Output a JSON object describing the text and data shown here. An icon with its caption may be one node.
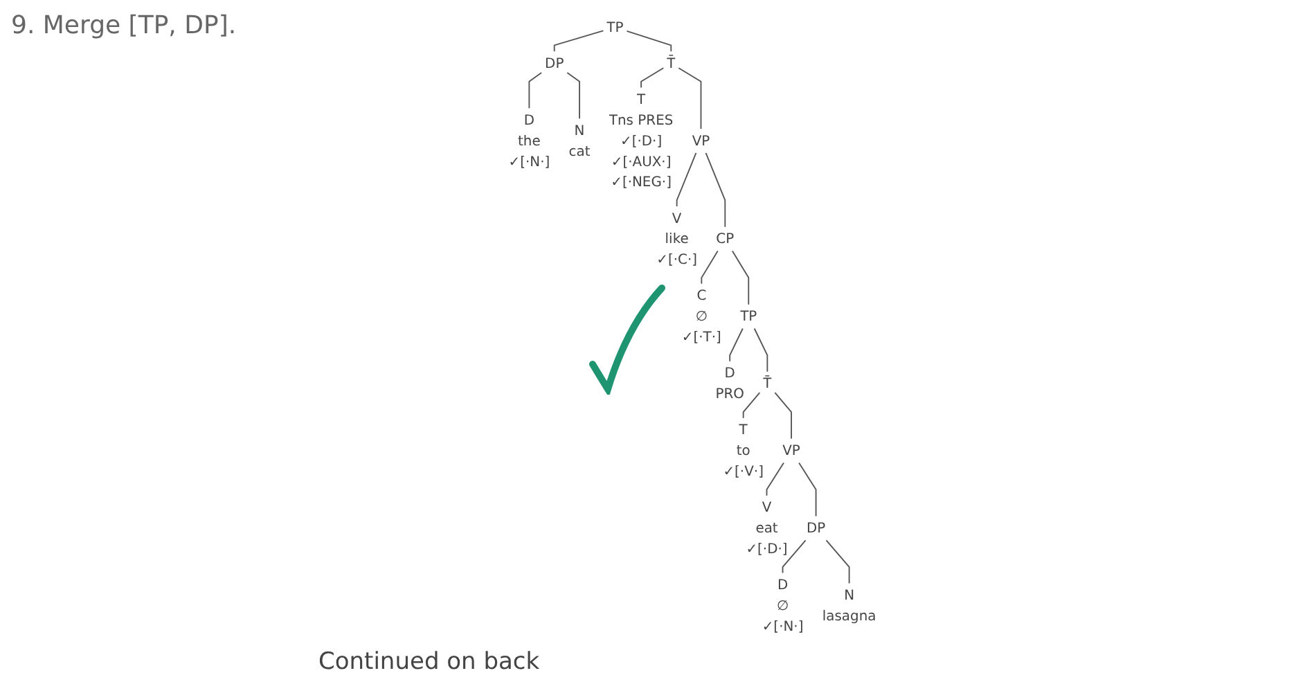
{
  "diagram": {
    "title": "9. Merge [TP, DP].",
    "caption": "Continued on back",
    "nodes": [
      {
        "text": [
          "TP"
        ]
      },
      {
        "text": [
          "DP"
        ]
      },
      {
        "text": [
          "T̄"
        ]
      },
      {
        "text": [
          "D",
          "the",
          "✓[·N·]"
        ]
      },
      {
        "text": [
          "N",
          "cat"
        ]
      },
      {
        "text": [
          "T",
          "Tns PRES",
          "✓[·D·]",
          "✓[·AUX·]",
          "✓[·NEG·]"
        ]
      },
      {
        "text": [
          "VP"
        ]
      },
      {
        "text": [
          "V",
          "like",
          "✓[·C·]"
        ]
      },
      {
        "text": [
          "CP"
        ]
      },
      {
        "text": [
          "C",
          "∅",
          "✓[·T·]"
        ]
      },
      {
        "text": [
          "TP"
        ]
      },
      {
        "text": [
          "D",
          "PRO"
        ]
      },
      {
        "text": [
          "T̄"
        ]
      },
      {
        "text": [
          "T",
          "to",
          "✓[·V·]"
        ]
      },
      {
        "text": [
          "VP"
        ]
      },
      {
        "text": [
          "V",
          "eat",
          "✓[·D·]"
        ]
      },
      {
        "text": [
          "DP"
        ]
      },
      {
        "text": [
          "D",
          "∅",
          "✓[·N·]"
        ]
      },
      {
        "text": [
          "N",
          "lasagna"
        ]
      }
    ],
    "edges": [
      {
        "from": 0,
        "to": 1,
        "arrow": "none"
      },
      {
        "from": 0,
        "to": 2,
        "arrow": "none"
      },
      {
        "from": 1,
        "to": 3,
        "arrow": "none"
      },
      {
        "from": 1,
        "to": 4,
        "arrow": "none"
      },
      {
        "from": 2,
        "to": 5,
        "arrow": "none"
      },
      {
        "from": 2,
        "to": 6,
        "arrow": "none"
      },
      {
        "from": 6,
        "to": 7,
        "arrow": "none"
      },
      {
        "from": 6,
        "to": 8,
        "arrow": "none"
      },
      {
        "from": 8,
        "to": 9,
        "arrow": "none"
      },
      {
        "from": 8,
        "to": 10,
        "arrow": "none"
      },
      {
        "from": 10,
        "to": 11,
        "arrow": "none"
      },
      {
        "from": 10,
        "to": 12,
        "arrow": "none"
      },
      {
        "from": 12,
        "to": 13,
        "arrow": "none"
      },
      {
        "from": 12,
        "to": 14,
        "arrow": "none"
      },
      {
        "from": 14,
        "to": 15,
        "arrow": "none"
      },
      {
        "from": 14,
        "to": 16,
        "arrow": "none"
      },
      {
        "from": 16,
        "to": 17,
        "arrow": "none"
      },
      {
        "from": 16,
        "to": 18,
        "arrow": "none"
      }
    ]
  }
}
